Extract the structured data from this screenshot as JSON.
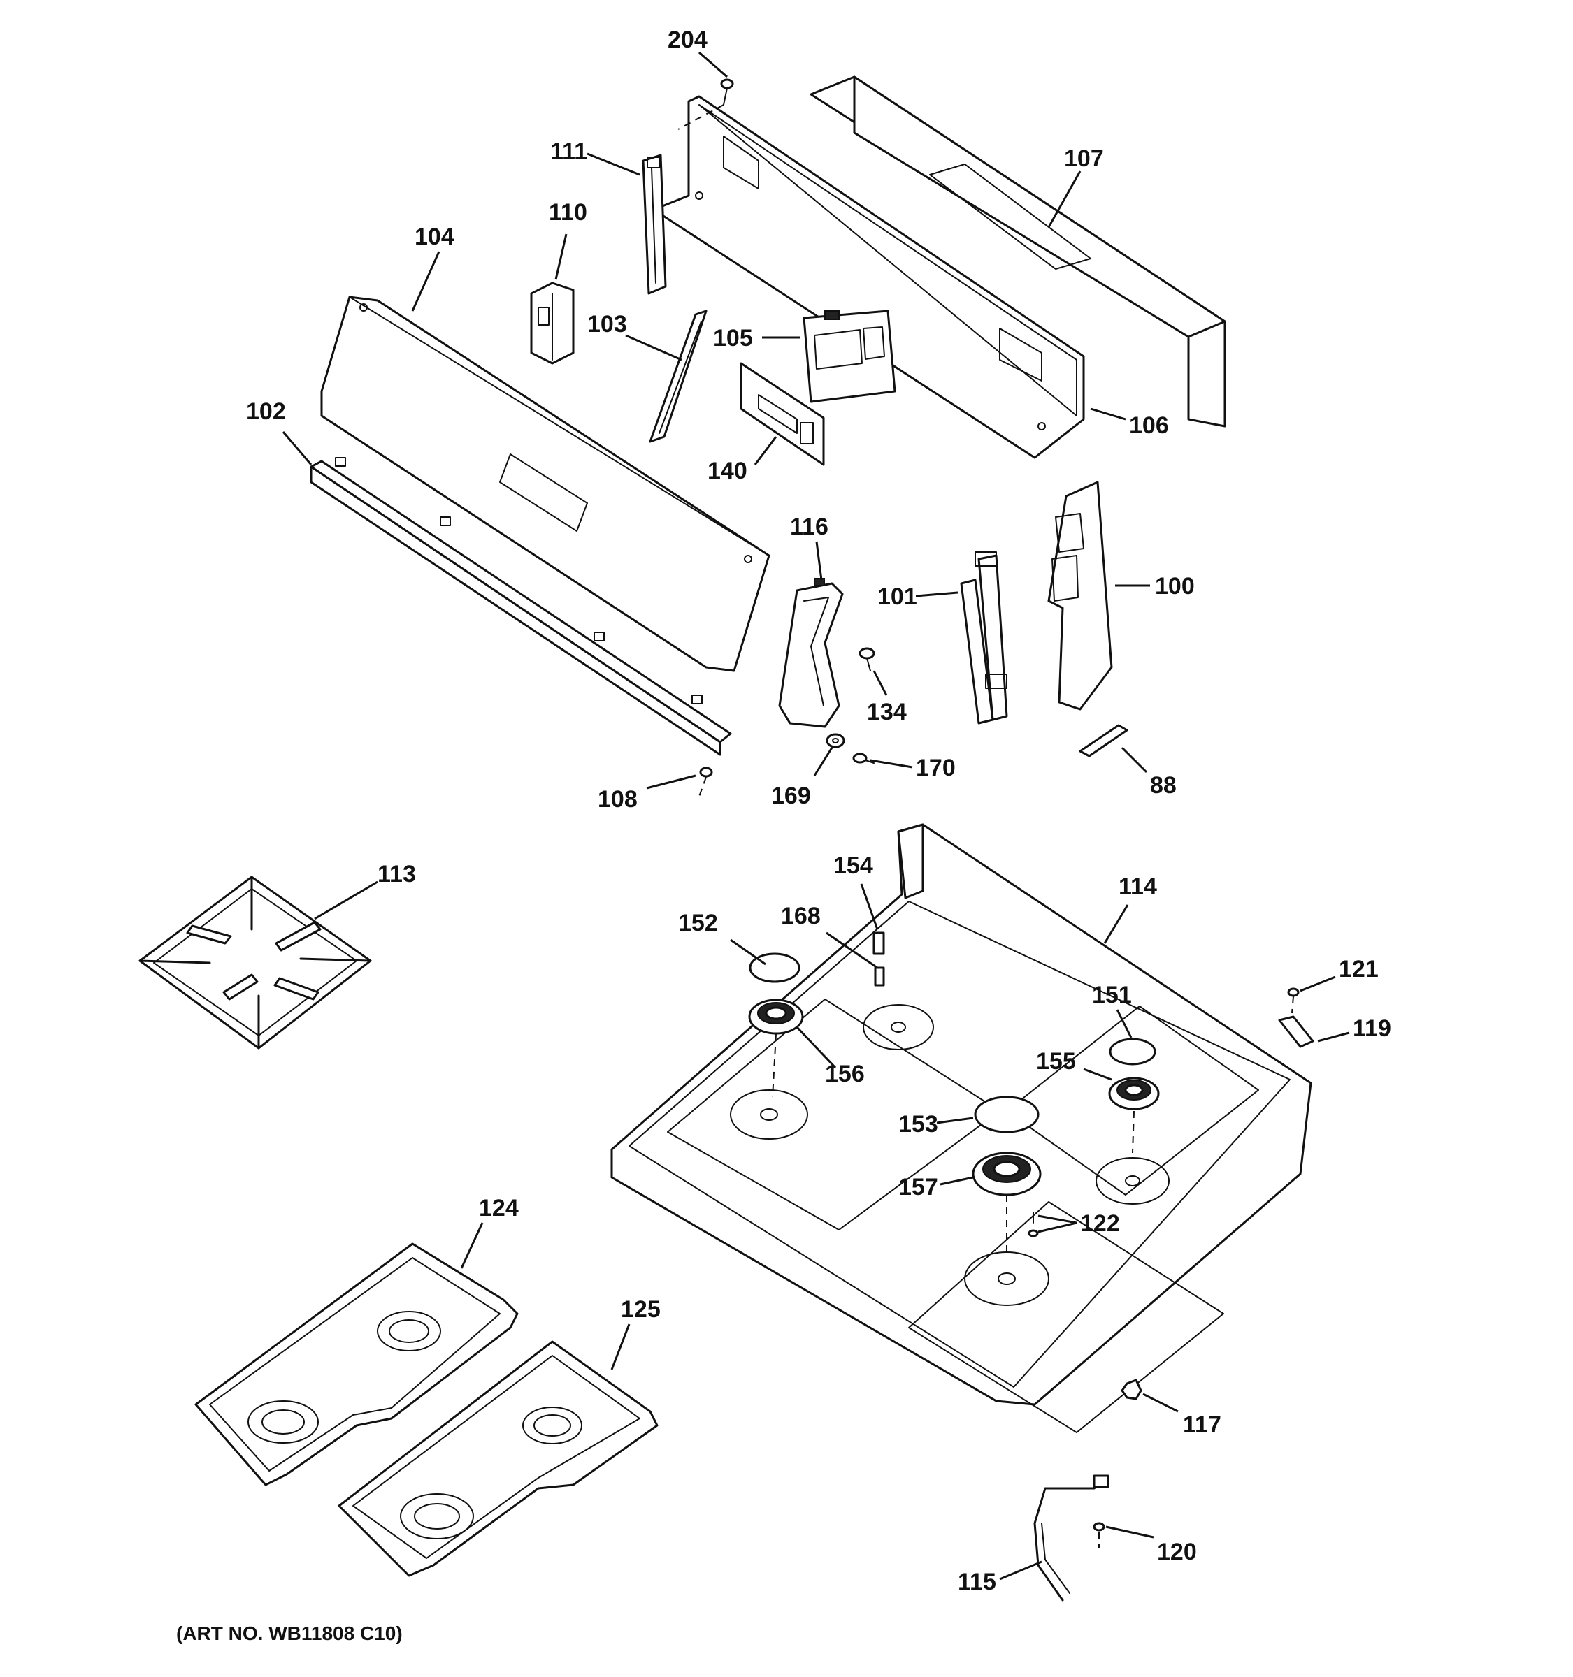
{
  "diagram": {
    "art_number": "(ART NO. WB11808 C10)",
    "callouts": {
      "c204": "204",
      "c111": "111",
      "c107": "107",
      "c110": "110",
      "c104": "104",
      "c103": "103",
      "c105": "105",
      "c106": "106",
      "c102": "102",
      "c140": "140",
      "c116": "116",
      "c101": "101",
      "c100": "100",
      "c134": "134",
      "c170": "170",
      "c108": "108",
      "c169": "169",
      "c88": "88",
      "c113": "113",
      "c154": "154",
      "c114": "114",
      "c168": "168",
      "c152": "152",
      "c121": "121",
      "c151": "151",
      "c119": "119",
      "c156": "156",
      "c155": "155",
      "c153": "153",
      "c157": "157",
      "c122": "122",
      "c124": "124",
      "c125": "125",
      "c117": "117",
      "c120": "120",
      "c115": "115"
    }
  }
}
